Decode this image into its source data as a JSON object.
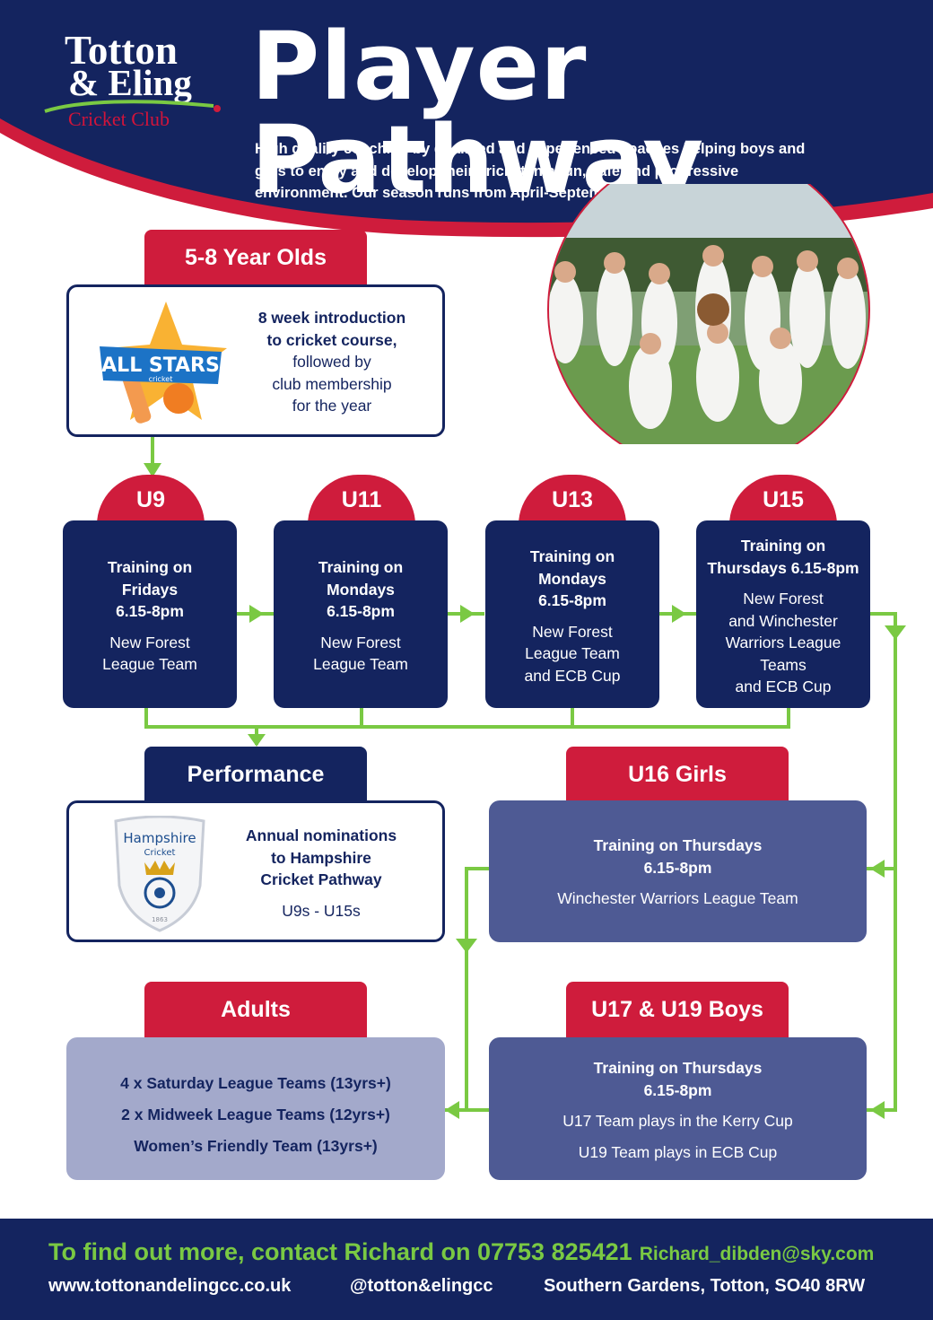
{
  "logo": {
    "line1": "Totton",
    "line2": "& Eling",
    "line3": "Cricket Club"
  },
  "title": "Player Pathway",
  "intro": "High quality coaching by qualified and experienced coaches helping boys and girls to enjoy and develop their cricket in a fun, safe and progressive environment. Our season runs from April-September.",
  "age_5_8": {
    "tab": "5-8 Year Olds",
    "badge_top": "ALL STARS",
    "badge_bottom": "cricket",
    "line1": "8 week introduction",
    "line2": "to cricket course,",
    "line3": "followed by",
    "line4": "club membership",
    "line5": "for the year"
  },
  "groups": [
    {
      "label": "U9",
      "line1": "Training on",
      "line2": "Fridays",
      "line3": "6.15-8pm",
      "team1": "New Forest",
      "team2": "League Team"
    },
    {
      "label": "U11",
      "line1": "Training on",
      "line2": "Mondays",
      "line3": "6.15-8pm",
      "team1": "New Forest",
      "team2": "League Team"
    },
    {
      "label": "U13",
      "line1": "Training on",
      "line2": "Mondays",
      "line3": "6.15-8pm",
      "team1": "New Forest",
      "team2": "League Team",
      "team3": "and ECB Cup"
    },
    {
      "label": "U15",
      "line1": "Training on",
      "line2": "Thursdays 6.15-8pm",
      "team1": "New Forest",
      "team2": "and Winchester",
      "team3": "Warriors League",
      "team4": "Teams",
      "team5": "and ECB Cup"
    }
  ],
  "performance": {
    "tab": "Performance",
    "crest_line1": "Hampshire",
    "crest_line2": "Cricket",
    "crest_year": "1863",
    "line1": "Annual nominations",
    "line2": "to Hampshire",
    "line3": "Cricket Pathway",
    "line4": "U9s - U15s"
  },
  "u16_girls": {
    "tab": "U16 Girls",
    "line1": "Training on Thursdays",
    "line2": "6.15-8pm",
    "line3": "Winchester Warriors League Team"
  },
  "adults": {
    "tab": "Adults",
    "line1": "4 x Saturday League Teams (13yrs+)",
    "line2": "2 x Midweek League Teams (12yrs+)",
    "line3": "Women’s Friendly Team (13yrs+)"
  },
  "u17_u19": {
    "tab": "U17 & U19 Boys",
    "line1": "Training on Thursdays",
    "line2": "6.15-8pm",
    "line3": "U17 Team plays in the Kerry Cup",
    "line4": "U19 Team plays in ECB Cup"
  },
  "footer": {
    "contact": "To find out more, contact Richard on 07753 825421",
    "email": "Richard_dibden@sky.com",
    "website": "www.tottonandelingcc.co.uk",
    "social": "@totton&elingcc",
    "address": "Southern Gardens, Totton, SO40 8RW"
  },
  "colors": {
    "navy": "#14245f",
    "red": "#cf1c3c",
    "green": "#7ac943",
    "slate": "#4e5a94",
    "lavender": "#a3a9cb"
  }
}
